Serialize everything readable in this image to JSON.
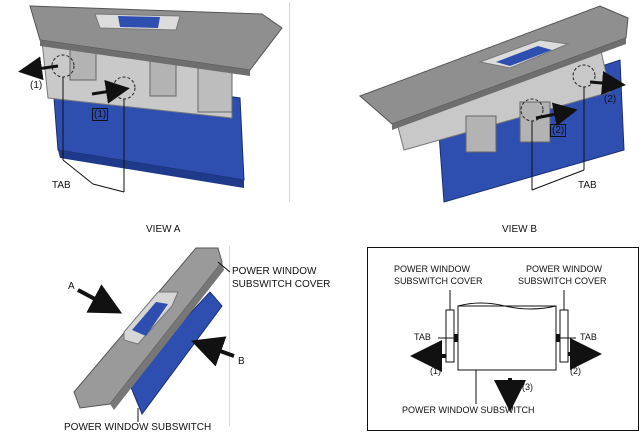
{
  "view_a": {
    "title": "VIEW A",
    "step_label": "(1)",
    "tab_label": "TAB"
  },
  "view_b": {
    "title": "VIEW B",
    "step_label": "(2)",
    "tab_label": "TAB"
  },
  "overview": {
    "pointer_a": "A",
    "pointer_b": "B",
    "cover_label_line1": "POWER WINDOW",
    "cover_label_line2": "SUBSWITCH COVER",
    "subswitch_label": "POWER WINDOW SUBSWITCH"
  },
  "schematic": {
    "cover_left_line1": "POWER WINDOW",
    "cover_left_line2": "SUBSWITCH COVER",
    "cover_right_line1": "POWER WINDOW",
    "cover_right_line2": "SUBSWITCH COVER",
    "tab_left": "TAB",
    "tab_right": "TAB",
    "step_left": "(1)",
    "step_right": "(2)",
    "step_down": "(3)",
    "subswitch_label": "POWER WINDOW SUBSWITCH"
  },
  "colors": {
    "switch_blue": "#2f4fb0",
    "cover_gray": "#8f8f8f",
    "arrow": "#111111"
  }
}
